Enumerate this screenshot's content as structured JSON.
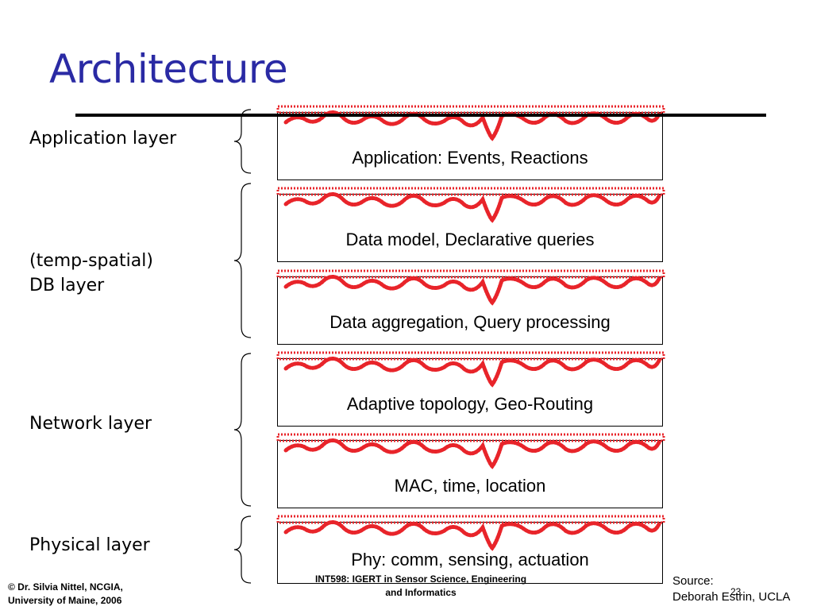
{
  "title": "Architecture",
  "groups": [
    {
      "label": "Application layer"
    },
    {
      "label": "(temp-spatial)\nDB layer"
    },
    {
      "label": "Network layer"
    },
    {
      "label": "Physical layer"
    }
  ],
  "boxes": [
    {
      "label": "Application: Events, Reactions"
    },
    {
      "label": "Data model, Declarative queries"
    },
    {
      "label": "Data aggregation, Query processing"
    },
    {
      "label": "Adaptive topology, Geo-Routing"
    },
    {
      "label": "MAC, time, location"
    },
    {
      "label": "Phy: comm, sensing, actuation"
    }
  ],
  "footer": {
    "copyright": "© Dr. Silvia Nittel, NCGIA,\nUniversity of Maine, 2006",
    "course": "INT598: IGERT in Sensor Science, Engineering\nand Informatics",
    "source": "Source:\nDeborah Estrin, UCLA",
    "page_number": "23"
  },
  "colors": {
    "title": "#2a2aa4",
    "wave": "#e8242a"
  }
}
